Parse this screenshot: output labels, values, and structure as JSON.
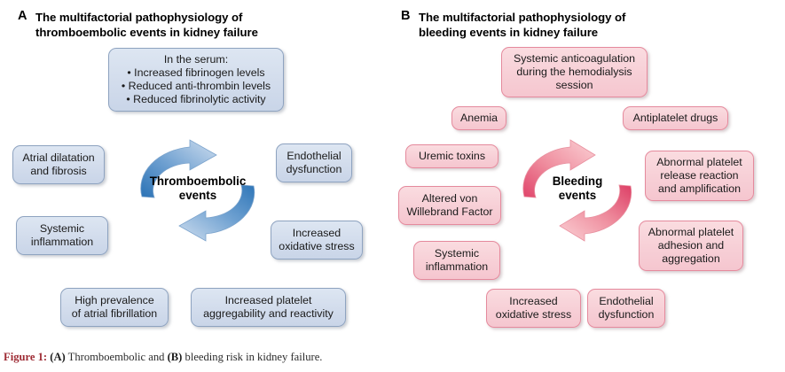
{
  "figure": {
    "caption_lead": "Figure 1:",
    "caption_a_tag": "(A)",
    "caption_mid": " Thromboembolic and ",
    "caption_b_tag": "(B)",
    "caption_tail": " bleeding risk in kidney failure.",
    "caption_full": "Figure 1: (A) Thromboembolic and (B) bleeding risk in kidney failure."
  },
  "colors": {
    "blue_fill": "#d2dcec",
    "blue_border": "#8ea3c0",
    "blue_arrow_dark": "#1f6cb0",
    "blue_arrow_light": "#c6d8ee",
    "pink_fill": "#f7cfd6",
    "pink_border": "#e58a9d",
    "pink_arrow_dark": "#e0446a",
    "pink_arrow_light": "#f7c4c9",
    "caption_accent": "#9e2b34"
  },
  "panel_a": {
    "letter": "A",
    "title_line1": "The multifactorial pathophysiology of",
    "title_line2": "thromboembolic events in kidney failure",
    "cycle": {
      "label_line1": "Thromboembolic",
      "label_line2": "events"
    },
    "serum_box": {
      "line1": "In the serum:",
      "line2": "• Increased fibrinogen levels",
      "line3": "• Reduced anti-thrombin levels",
      "line4": "• Reduced fibrinolytic activity"
    },
    "nodes": [
      {
        "id": "atrial-dilatation",
        "line1": "Atrial dilatation",
        "line2": "and fibrosis"
      },
      {
        "id": "systemic-inflammation",
        "line1": "Systemic",
        "line2": "inflammation"
      },
      {
        "id": "endothelial-dysfunction",
        "line1": "Endothelial",
        "line2": "dysfunction"
      },
      {
        "id": "increased-oxidative-stress",
        "line1": "Increased",
        "line2": "oxidative stress"
      },
      {
        "id": "atrial-fibrillation",
        "line1": "High prevalence",
        "line2": "of atrial fibrillation"
      },
      {
        "id": "platelet-aggregability",
        "line1": "Increased platelet",
        "line2": "aggregability and reactivity"
      }
    ]
  },
  "panel_b": {
    "letter": "B",
    "title_line1": "The multifactorial pathophysiology of",
    "title_line2": "bleeding events in kidney failure",
    "cycle": {
      "label_line1": "Bleeding",
      "label_line2": "events"
    },
    "nodes": [
      {
        "id": "systemic-anticoagulation",
        "line1": "Systemic anticoagulation",
        "line2": "during the hemodialysis",
        "line3": "session"
      },
      {
        "id": "anemia",
        "line1": "Anemia",
        "line2": ""
      },
      {
        "id": "antiplatelet-drugs",
        "line1": "Antiplatelet drugs",
        "line2": ""
      },
      {
        "id": "uremic-toxins",
        "line1": "Uremic toxins",
        "line2": ""
      },
      {
        "id": "von-willebrand-factor",
        "line1": "Altered von",
        "line2": "Willebrand Factor"
      },
      {
        "id": "systemic-inflammation",
        "line1": "Systemic",
        "line2": "inflammation"
      },
      {
        "id": "platelet-release-reaction",
        "line1": "Abnormal platelet",
        "line2": "release reaction",
        "line3": "and amplification"
      },
      {
        "id": "platelet-adhesion",
        "line1": "Abnormal platelet",
        "line2": "adhesion and",
        "line3": "aggregation"
      },
      {
        "id": "increased-oxidative-stress",
        "line1": "Increased",
        "line2": "oxidative stress"
      },
      {
        "id": "endothelial-dysfunction",
        "line1": "Endothelial",
        "line2": "dysfunction"
      }
    ]
  }
}
